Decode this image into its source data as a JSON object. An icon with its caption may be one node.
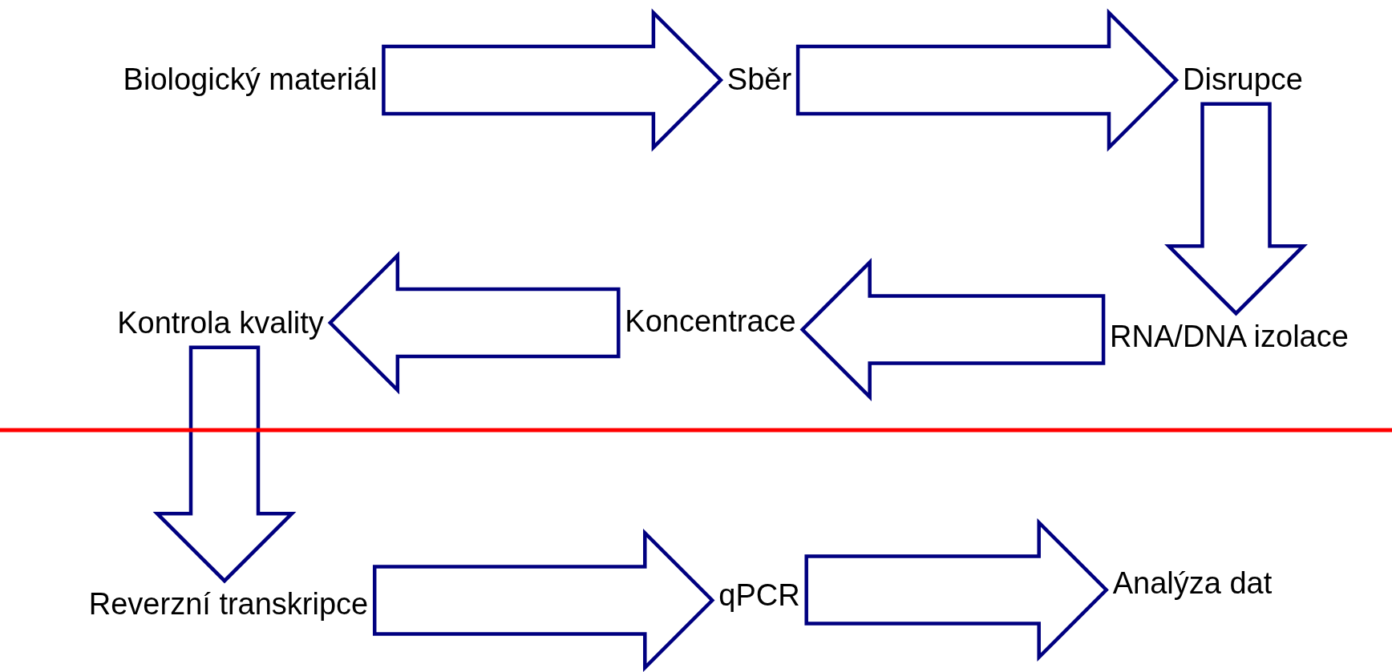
{
  "diagram": {
    "nodes": [
      {
        "text": [
          "Biologický materiál"
        ]
      },
      {
        "text": [
          "Sběr"
        ]
      },
      {
        "text": [
          "Disrupce"
        ]
      },
      {
        "text": [
          "RNA/DNA izolace"
        ]
      },
      {
        "text": [
          "Koncentrace"
        ]
      },
      {
        "text": [
          "Kontrola kvality"
        ]
      },
      {
        "text": [
          "Reverzní transkripce"
        ]
      },
      {
        "text": [
          "qPCR"
        ]
      },
      {
        "text": [
          "Analýza dat"
        ]
      }
    ],
    "edges": [
      {
        "from": 0,
        "to": 1,
        "arrow": "to"
      },
      {
        "from": 1,
        "to": 2,
        "arrow": "to"
      },
      {
        "from": 2,
        "to": 3,
        "arrow": "to"
      },
      {
        "from": 3,
        "to": 4,
        "arrow": "to"
      },
      {
        "from": 4,
        "to": 5,
        "arrow": "to"
      },
      {
        "from": 5,
        "to": 6,
        "arrow": "to"
      },
      {
        "from": 6,
        "to": 7,
        "arrow": "to"
      },
      {
        "from": 7,
        "to": 8,
        "arrow": "to"
      }
    ]
  }
}
